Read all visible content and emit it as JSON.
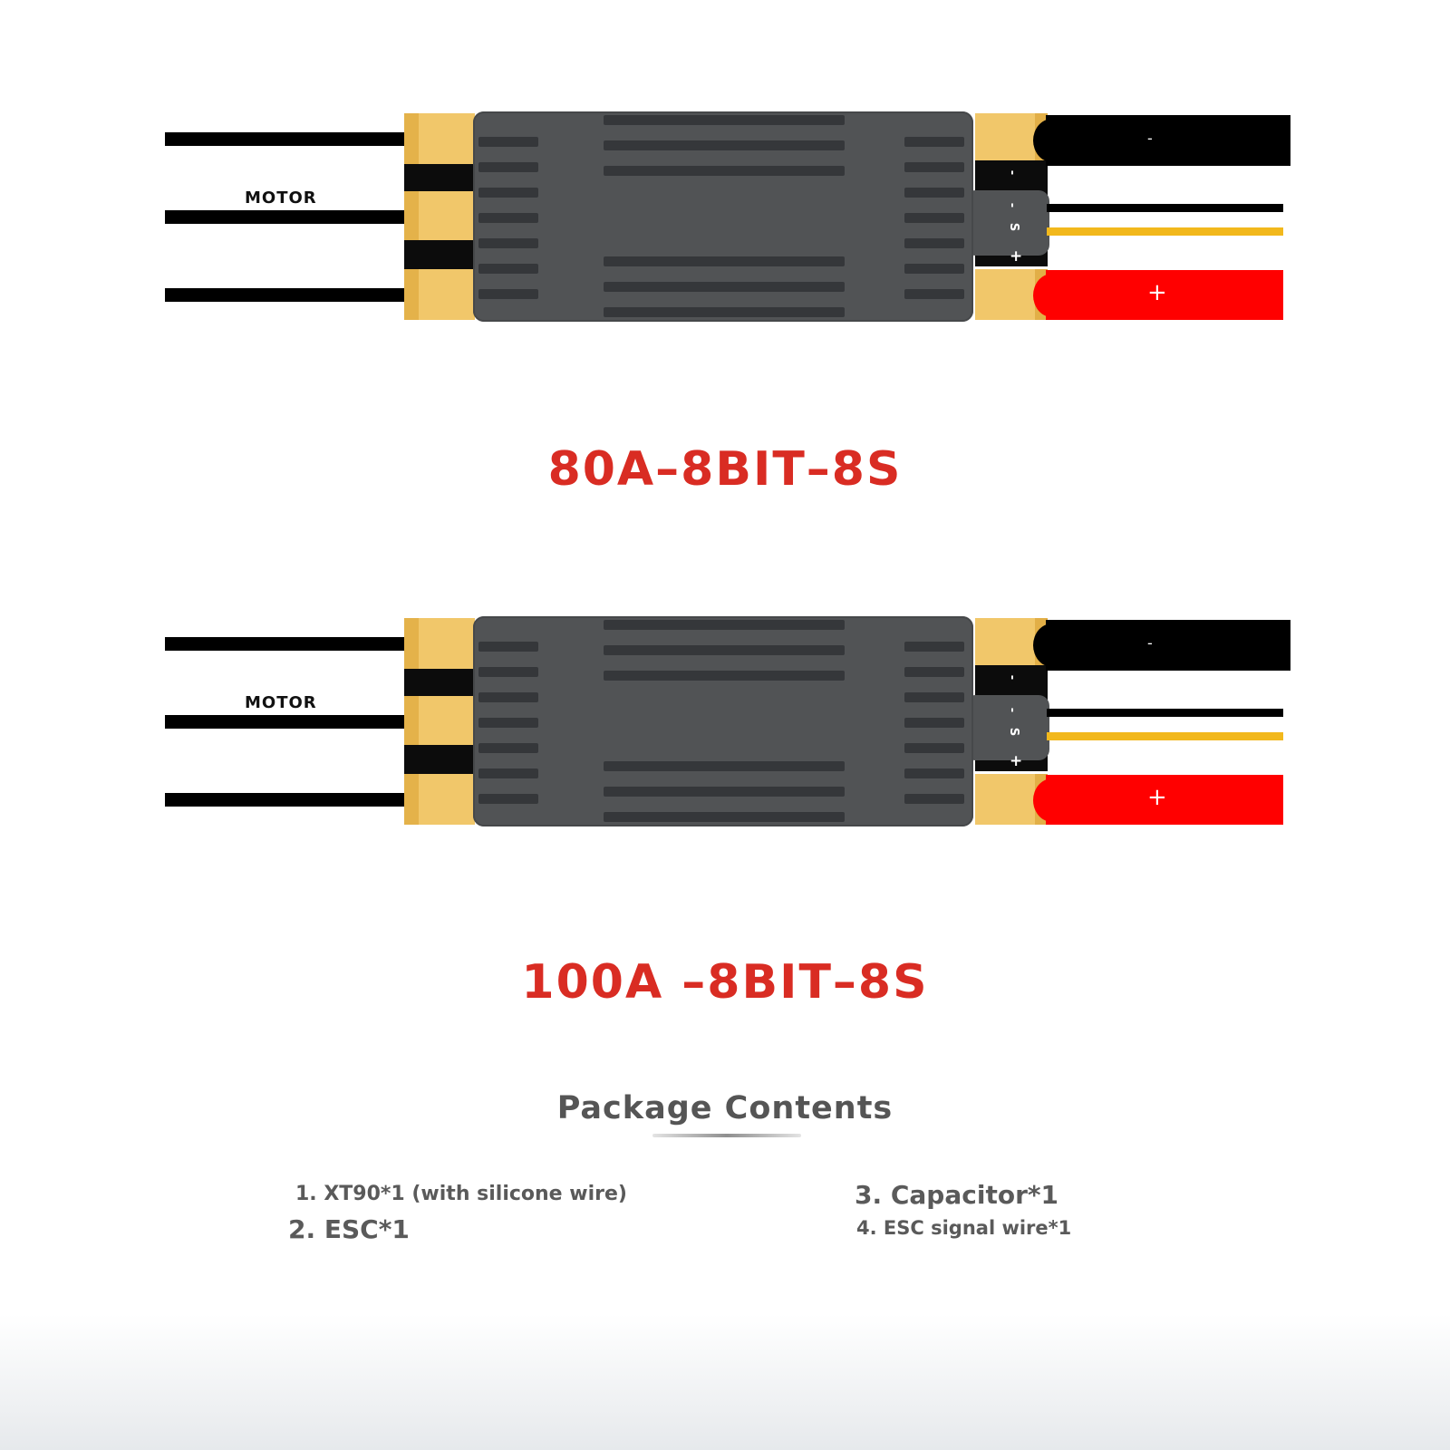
{
  "escs": [
    {
      "motor_label": "MOTOR",
      "pins": [
        "-",
        "-",
        "S",
        "+"
      ],
      "neg_symbol": "-",
      "pos_symbol": "+",
      "model": "80A–8BIT–8S"
    },
    {
      "motor_label": "MOTOR",
      "pins": [
        "-",
        "-",
        "S",
        "+"
      ],
      "neg_symbol": "-",
      "pos_symbol": "+",
      "model": "100A –8BIT–8S"
    }
  ],
  "package": {
    "title": "Package Contents",
    "items": [
      "1. XT90*1 (with silicone wire)",
      "2. ESC*1",
      "3. Capacitor*1",
      "4. ESC signal wire*1"
    ]
  },
  "colors": {
    "model_text": "#d92c23",
    "pad_gold": "#f1c76a",
    "esc_body": "#515355",
    "positive_wire": "#ff0000",
    "signal_wire": "#f2b81c"
  }
}
